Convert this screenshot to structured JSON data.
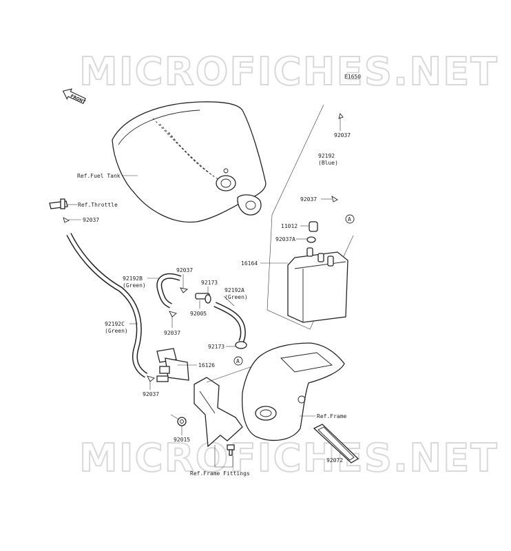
{
  "watermark": "MICROFICHES.NET",
  "diagram_code": "E1650",
  "front_marker": "FRONT",
  "callout_letter": "A",
  "labels": {
    "ref_fuel_tank": "Ref.Fuel Tank",
    "ref_throttle": "Ref.Throttle",
    "p92037_top": "92037",
    "p92192": "92192",
    "p92192_color": "(Blue)",
    "p92037_mid": "92037",
    "p11012": "11012",
    "p92037A": "92037A",
    "p16164": "16164",
    "p92037_left": "92037",
    "p92192B": "92192B",
    "p92192B_color": "(Green)",
    "p92037_b": "92037",
    "p92173_a": "92173",
    "p92192A": "92192A",
    "p92192A_color": "(Green)",
    "p92005": "92005",
    "p92192C": "92192C",
    "p92192C_color": "(Green)",
    "p92037_c": "92037",
    "p92173_b": "92173",
    "p16126": "16126",
    "p92037_d": "92037",
    "p92015": "92015",
    "ref_frame": "Ref.Frame",
    "p92072": "92072",
    "ref_frame_fittings": "Ref.Frame Fittings"
  }
}
